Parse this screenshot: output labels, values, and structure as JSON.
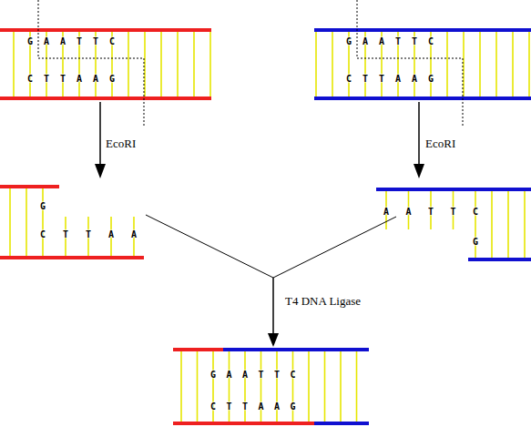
{
  "diagram": {
    "labels": [
      "G A A T T C",
      "C T T A A G",
      "G A A T T C",
      "C T T A A G",
      "EcoRI",
      "EcoRI",
      "G",
      "C T T A A",
      "A A T T C",
      "G",
      "T4 DNA Ligase",
      "G A A T T C",
      "C T T A A G"
    ]
  }
}
